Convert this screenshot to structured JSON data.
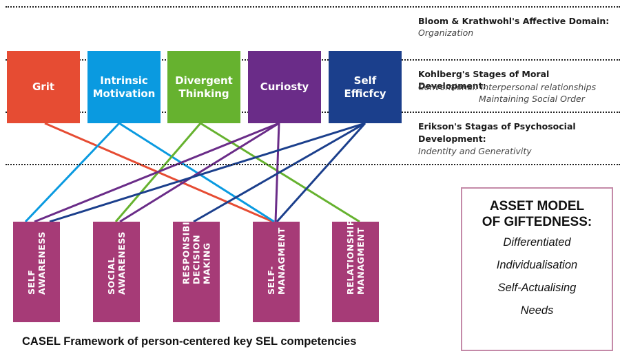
{
  "diagram": {
    "traits": [
      {
        "id": "grit",
        "label": "Grit",
        "color": "#e64c33"
      },
      {
        "id": "intrinsic-motivation",
        "label": "Intrinsic\nMotivation",
        "color": "#0a9ae0"
      },
      {
        "id": "divergent-thinking",
        "label": "Divergent\nThinking",
        "color": "#66b22f"
      },
      {
        "id": "curiosity",
        "label": "Curiosty",
        "color": "#6a2c88"
      },
      {
        "id": "self-efficacy",
        "label": "Self\nEfficfcy",
        "color": "#1b3f8c"
      }
    ],
    "competencies": [
      {
        "id": "self-awareness",
        "label": "SELF\nAWARENESS"
      },
      {
        "id": "social-awareness",
        "label": "SOCIAL\nAWARENESS"
      },
      {
        "id": "responsible-decision-making",
        "label": "RESPONSIBILE\nDECISION\nMAKING"
      },
      {
        "id": "self-management",
        "label": "SELF-\nMANAGMENT"
      },
      {
        "id": "relationship-management",
        "label": "RELATIONSHIP\nMANAGMENT"
      }
    ],
    "competency_color": "#a63b77",
    "connections": [
      {
        "from": "grit",
        "to": "self-management"
      },
      {
        "from": "intrinsic-motivation",
        "to": "self-awareness"
      },
      {
        "from": "intrinsic-motivation",
        "to": "self-management"
      },
      {
        "from": "divergent-thinking",
        "to": "social-awareness"
      },
      {
        "from": "divergent-thinking",
        "to": "relationship-management"
      },
      {
        "from": "curiosity",
        "to": "self-awareness"
      },
      {
        "from": "curiosity",
        "to": "social-awareness"
      },
      {
        "from": "curiosity",
        "to": "self-management"
      },
      {
        "from": "self-efficacy",
        "to": "self-awareness"
      },
      {
        "from": "self-efficacy",
        "to": "responsible-decision-making"
      },
      {
        "from": "self-efficacy",
        "to": "self-management"
      }
    ]
  },
  "frameworks": {
    "bloom": {
      "heading": "Bloom & Krathwohl's Affective Domain:",
      "sub": "Organization"
    },
    "kohlberg": {
      "heading": "Kohlberg's Stages of Moral Development:",
      "sub1": "Conventional: Interpersonal relationships",
      "sub2": "Maintaining Social Order"
    },
    "erikson": {
      "heading1": "Erikson's Stagas of Psychosocial",
      "heading2": "Development:",
      "sub": "Indentity and Generativity"
    }
  },
  "asset_model": {
    "title1": "ASSET MODEL",
    "title2": "OF GIFTEDNESS:",
    "items": [
      "Differentiated",
      "Individualisation",
      "Self-Actualising",
      "Needs"
    ],
    "border_color": "#c48aa8"
  },
  "caption": "CASEL Framework of person-centered key SEL competencies"
}
